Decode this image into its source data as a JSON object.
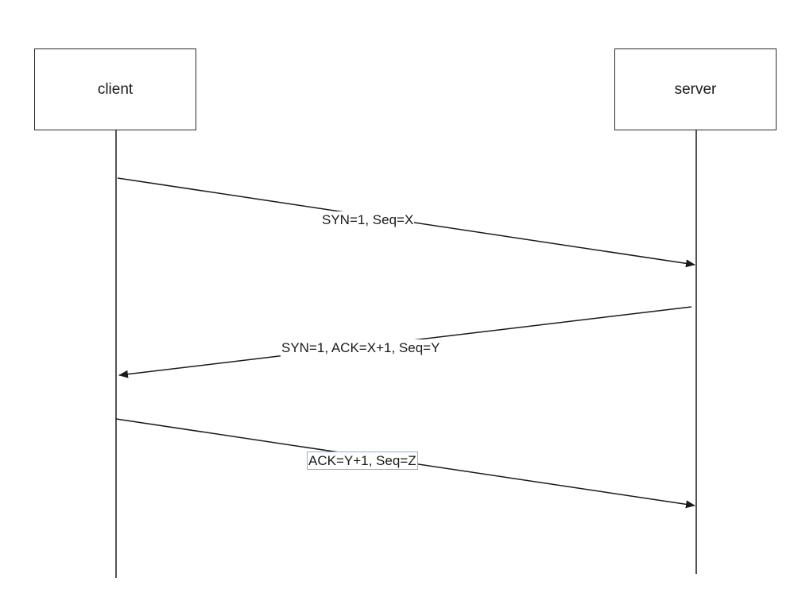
{
  "participants": {
    "client": "client",
    "server": "server"
  },
  "messages": [
    {
      "from": "client",
      "to": "server",
      "label": "SYN=1, Seq=X"
    },
    {
      "from": "server",
      "to": "client",
      "label": "SYN=1, ACK=X+1, Seq=Y"
    },
    {
      "from": "client",
      "to": "server",
      "label": "ACK=Y+1, Seq=Z",
      "selected": true
    }
  ],
  "colors": {
    "line": "#1a1a1a",
    "selection": "#8aaee6"
  }
}
